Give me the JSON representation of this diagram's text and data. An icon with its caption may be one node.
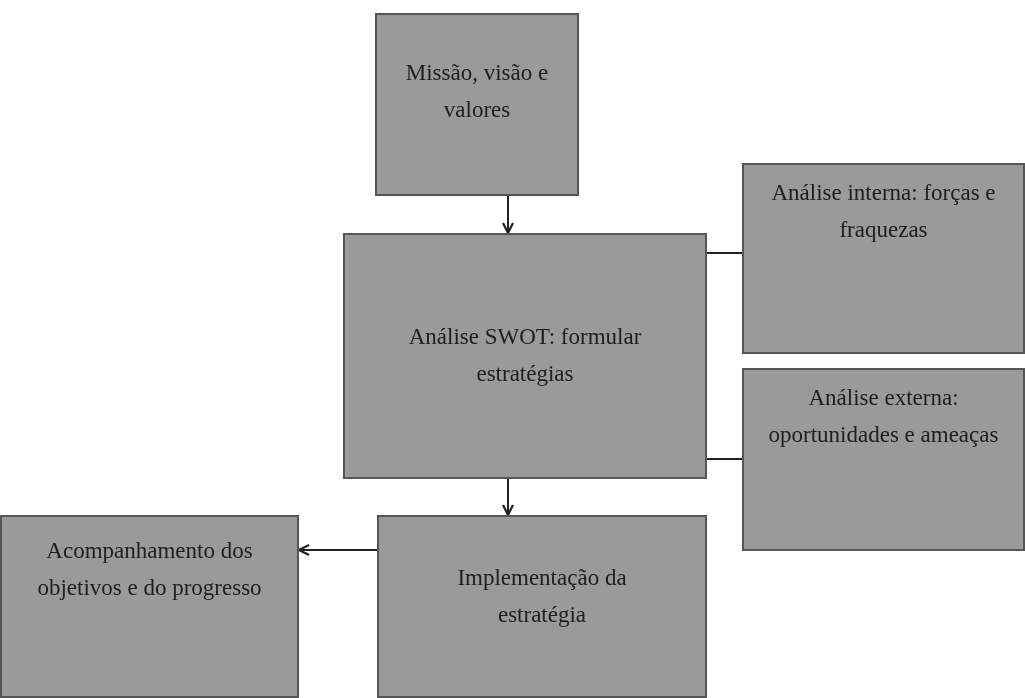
{
  "diagram": {
    "nodes": [
      {
        "text": [
          "Missão, visão e valores"
        ]
      },
      {
        "text": [
          "Análise SWOT: formular estratégias"
        ]
      },
      {
        "text": [
          "Análise interna: forças e fraquezas"
        ]
      },
      {
        "text": [
          "Análise externa: oportunidades e ameaças"
        ]
      },
      {
        "text": [
          "Implementação da estratégia"
        ]
      },
      {
        "text": [
          "Acompanhamento dos objetivos e do progresso"
        ]
      }
    ],
    "edges": [
      {
        "from": 0,
        "to": 1,
        "arrow": "to"
      },
      {
        "from": 1,
        "to": 2,
        "arrow": "none"
      },
      {
        "from": 1,
        "to": 3,
        "arrow": "none"
      },
      {
        "from": 1,
        "to": 4,
        "arrow": "to"
      },
      {
        "from": 4,
        "to": 5,
        "arrow": "to"
      }
    ]
  }
}
